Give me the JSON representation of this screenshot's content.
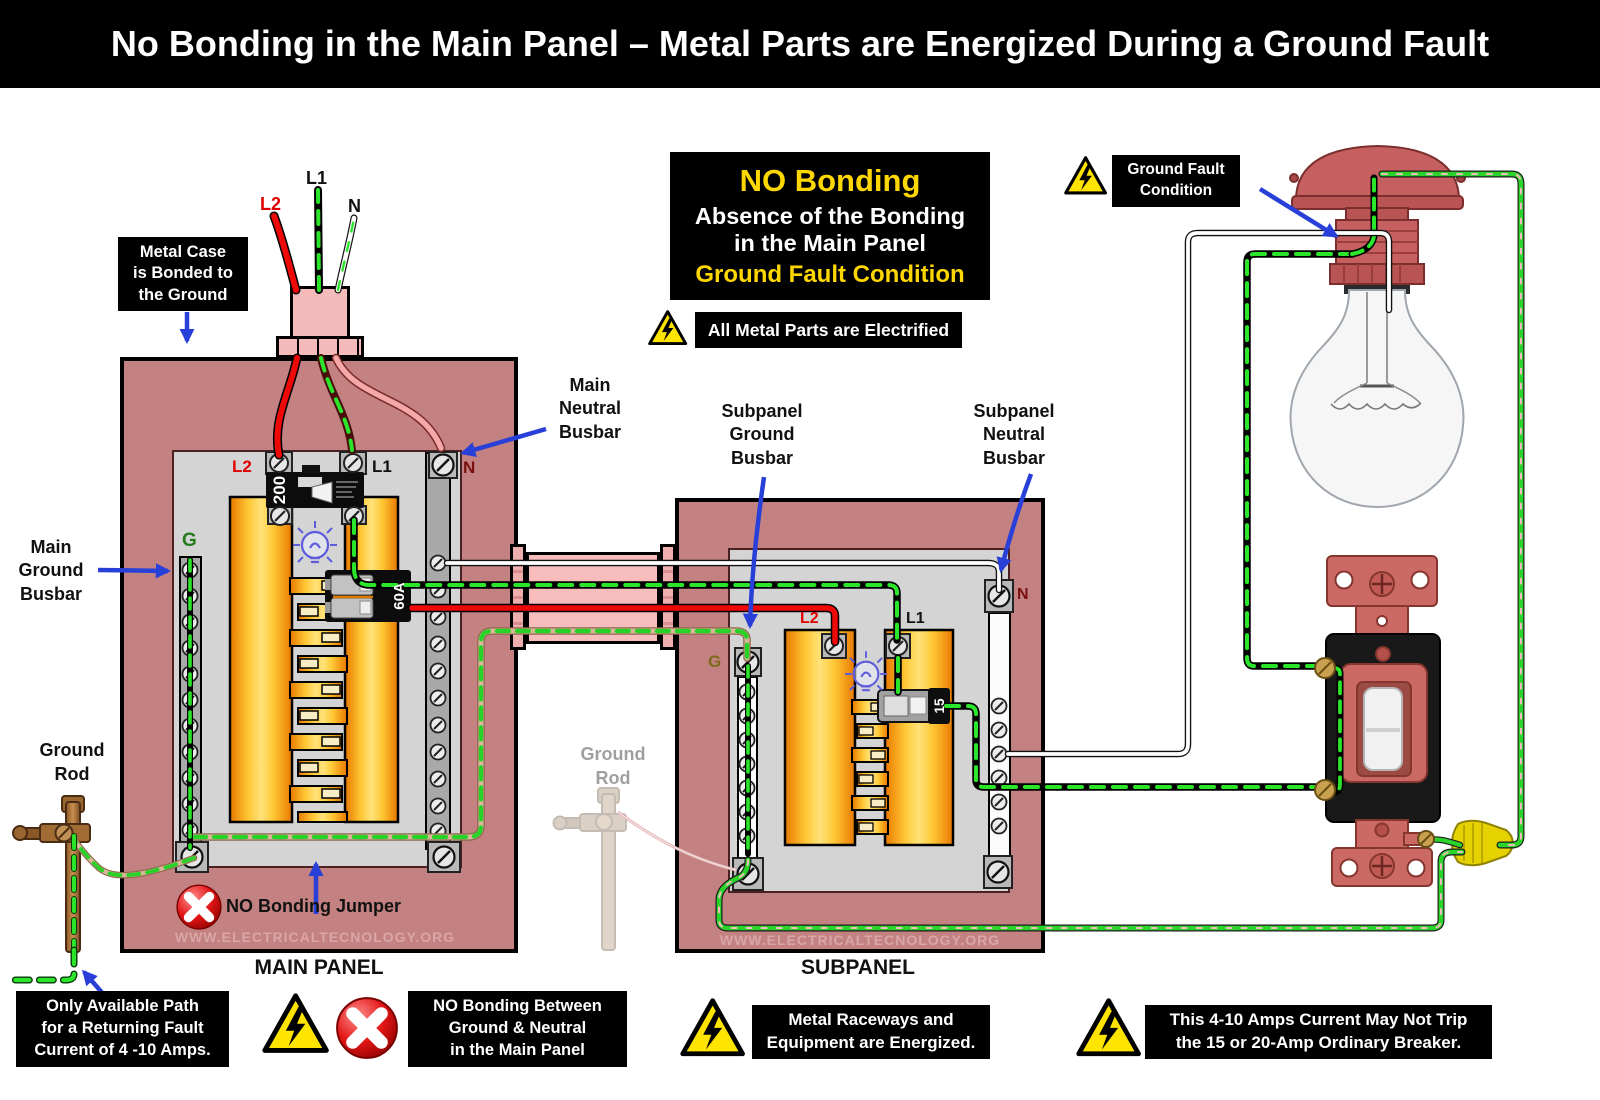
{
  "title": "No Bonding in the Main Panel – Metal Parts are Energized During a Ground Fault",
  "colors": {
    "panel_salmon": "#c38181",
    "panel_inner_gray": "#d4d4d4",
    "conduit_pink": "#f5baba",
    "wire_green": "#2be52b",
    "wire_red": "#ee0808",
    "accent_yellow": "#ffd700",
    "arrow_blue": "#2840d8",
    "warning_yellow": "#ffe400",
    "error_red": "#d80000",
    "bus_orange": "#ff9000"
  },
  "info_box": {
    "heading": "NO Bonding",
    "line1": "Absence of the Bonding",
    "line2": "in the Main Panel",
    "footer": "Ground Fault Condition"
  },
  "callouts": {
    "metal_case": [
      "Metal Case",
      "is Bonded to",
      "the Ground"
    ],
    "ground_fault": [
      "Ground Fault",
      "Condition"
    ],
    "all_metal": "All Metal Parts are Electrified",
    "main_neutral": [
      "Main",
      "Neutral",
      "Busbar"
    ],
    "main_ground": [
      "Main",
      "Ground",
      "Busbar"
    ],
    "sub_ground": [
      "Subpanel",
      "Ground",
      "Busbar"
    ],
    "sub_neutral": [
      "Subpanel",
      "Neutral",
      "Busbar"
    ],
    "ground_rod": [
      "Ground",
      "Rod"
    ],
    "no_bonding_jumper": "NO Bonding Jumper"
  },
  "footnotes": {
    "only_path": [
      "Only Available Path",
      "for a Returning Fault",
      "Current of 4 -10 Amps."
    ],
    "no_bond_between": [
      "NO Bonding Between",
      "Ground & Neutral",
      "in the Main Panel"
    ],
    "raceways": [
      "Metal Raceways and",
      "Equipment are Energized."
    ],
    "may_not_trip": [
      "This 4-10 Amps Current May Not Trip",
      "the 15 or 20-Amp Ordinary Breaker."
    ]
  },
  "captions": {
    "main_panel": "MAIN PANEL",
    "subpanel": "SUBPANEL",
    "website": "WWW.ELECTRICALTECNOLOGY.ORG"
  },
  "wire_labels": {
    "service_l1": "L1",
    "service_l2": "L2",
    "service_n": "N",
    "main_l1": "L1",
    "main_l2": "L2",
    "main_n": "N",
    "main_g": "G",
    "sub_l1": "L1",
    "sub_l2": "L2",
    "sub_n": "N",
    "sub_g": "G"
  },
  "breakers": {
    "main": "200",
    "feeder": "60A",
    "branch": "15"
  }
}
